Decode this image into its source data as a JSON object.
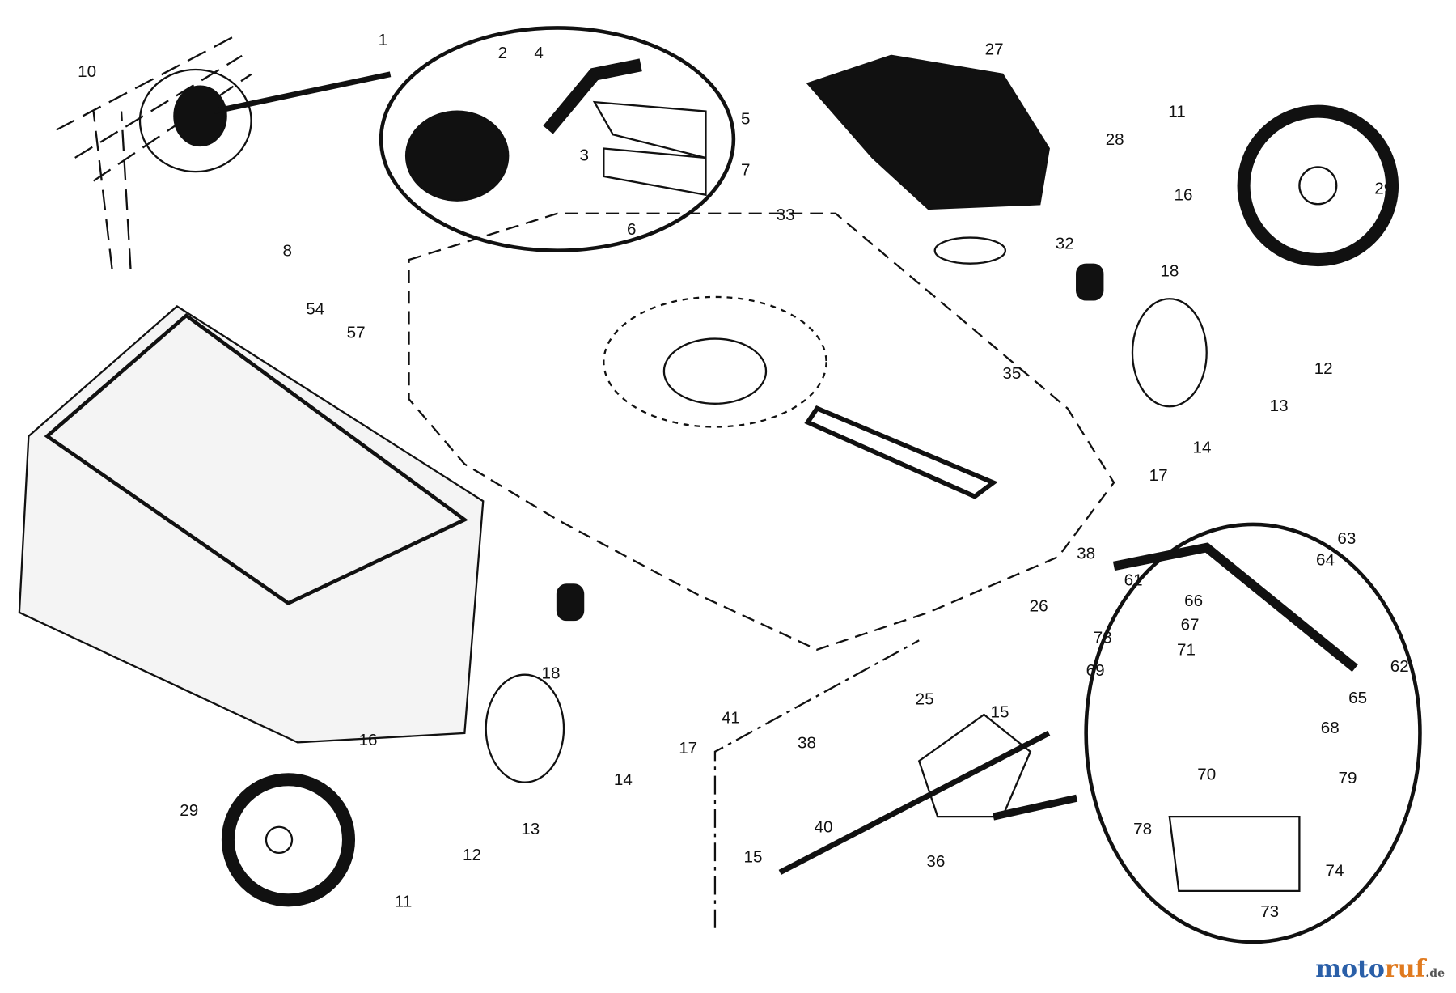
{
  "diagram": {
    "title": "Lawn mower parts exploded view",
    "part_labels": [
      "1",
      "2",
      "4",
      "10",
      "5",
      "7",
      "3",
      "6",
      "8",
      "27",
      "28",
      "11",
      "29",
      "16",
      "33",
      "32",
      "18",
      "54",
      "57",
      "35",
      "12",
      "13",
      "14",
      "17",
      "38",
      "63",
      "64",
      "61",
      "66",
      "67",
      "78",
      "71",
      "62",
      "69",
      "65",
      "68",
      "26",
      "25",
      "15",
      "18",
      "41",
      "17",
      "38",
      "14",
      "16",
      "29",
      "13",
      "12",
      "11",
      "40",
      "36",
      "15",
      "70",
      "79",
      "78",
      "74",
      "73"
    ]
  },
  "watermark": {
    "part1": "moto",
    "part2": "ruf",
    "suffix": ".de"
  }
}
